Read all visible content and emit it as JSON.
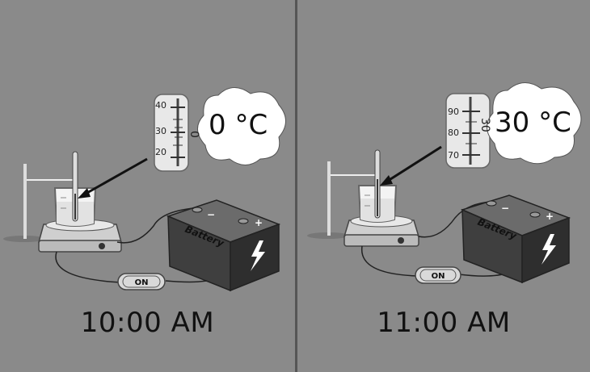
{
  "panels": [
    {
      "time": "10:00 AM",
      "temperature": "0 °C",
      "thermo_scale": {
        "upper": "40",
        "middle": "30",
        "lower": "20",
        "rotated": "0"
      },
      "switch_label": "ON",
      "battery_label": "Battery",
      "battery_minus": "−",
      "battery_plus": "+"
    },
    {
      "time": "11:00 AM",
      "temperature": "30 °C",
      "thermo_scale": {
        "upper": "90",
        "middle": "80",
        "lower": "70",
        "rotated": "30"
      },
      "switch_label": "ON",
      "battery_label": "Battery",
      "battery_minus": "−",
      "battery_plus": "+"
    }
  ],
  "colors": {
    "background": "#8a8a8a",
    "divider": "#555555",
    "battery_body": "#3a3a3a",
    "cloud": "#ffffff"
  },
  "icons": {
    "bolt": "lightning-bolt-icon"
  }
}
